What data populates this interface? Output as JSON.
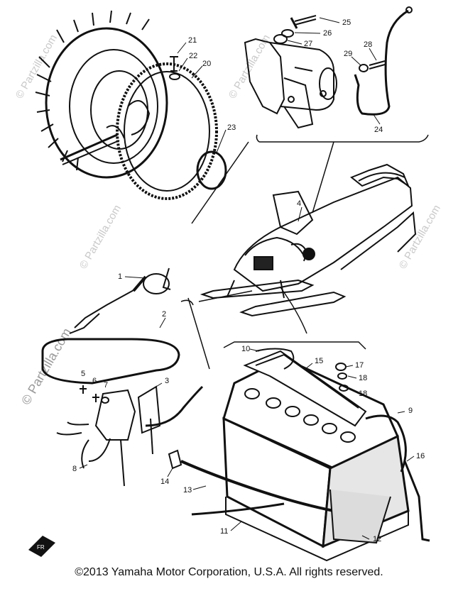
{
  "diagram": {
    "part_numbers": [
      "1",
      "2",
      "3",
      "4",
      "5",
      "6",
      "7",
      "8",
      "9",
      "10",
      "11",
      "12",
      "13",
      "14",
      "15",
      "16",
      "17",
      "18",
      "18",
      "20",
      "21",
      "22",
      "23",
      "24",
      "25",
      "26",
      "27",
      "28",
      "29"
    ],
    "front_badge": "FR"
  },
  "watermark": {
    "text_a": "© Partzilla.com",
    "text_b": "© Partzilla.com",
    "text_c": "© Partzilla.com",
    "text_d": "© Partzilla.com"
  },
  "footer": {
    "copyright": "©2013  Yamaha Motor Corporation, U.S.A. All rights reserved."
  }
}
